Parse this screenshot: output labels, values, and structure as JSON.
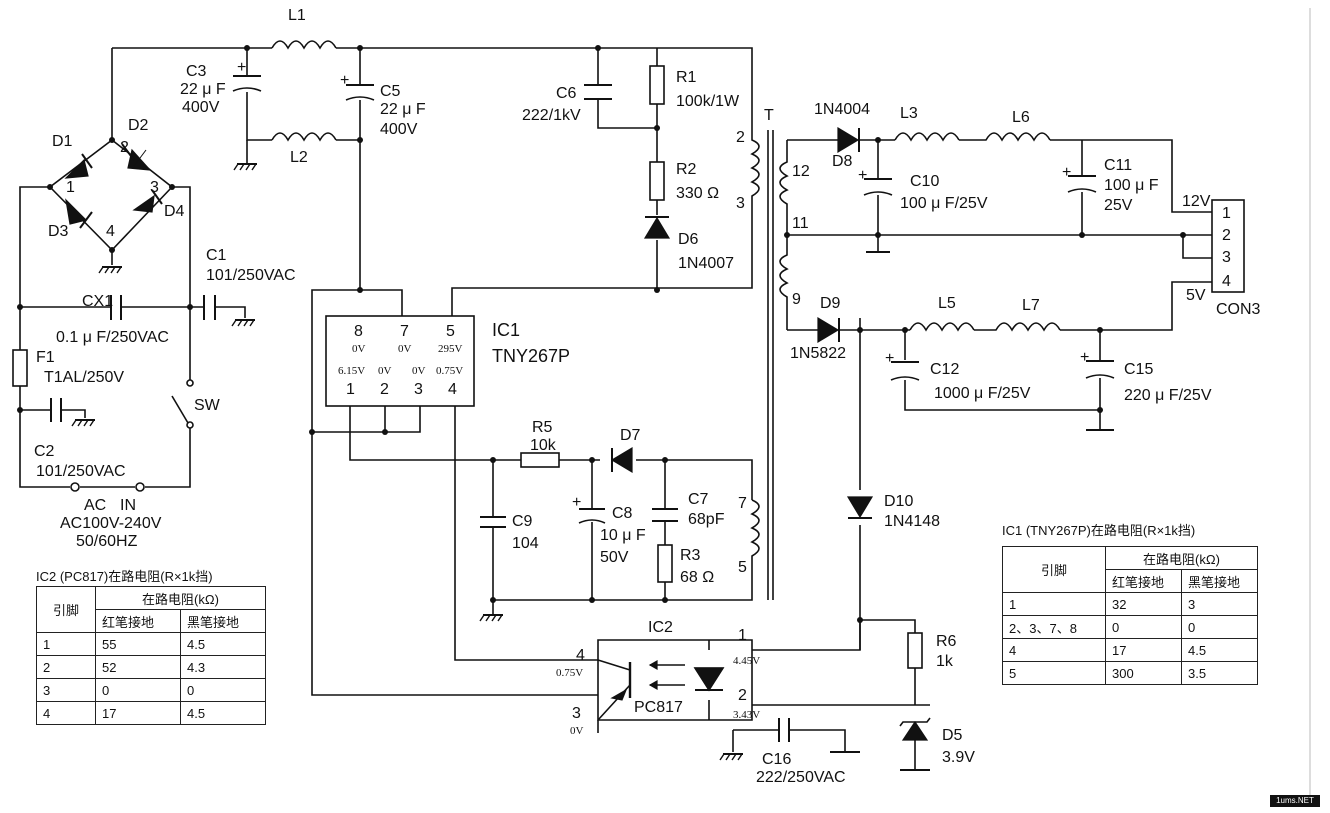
{
  "labels": {
    "L1": "L1",
    "L2": "L2",
    "L3": "L3",
    "L5": "L5",
    "L6": "L6",
    "L7": "L7",
    "C3": "C3",
    "C3v": "22 μ F",
    "C3r": "400V",
    "C5": "C5",
    "C5v": "22 μ F",
    "C5r": "400V",
    "C6": "C6",
    "C6v": "222/1kV",
    "R1": "R1",
    "R1v": "100k/1W",
    "R2": "R2",
    "R2v": "330 Ω",
    "D6": "D6",
    "D6v": "1N4007",
    "T": "T",
    "D1": "D1",
    "D2": "D2",
    "D3": "D3",
    "D4": "D4",
    "n1": "1",
    "n2": "2",
    "n3": "3",
    "n4": "4",
    "C1": "C1",
    "C1v": "101/250VAC",
    "CX1": "CX1",
    "CX1v": "0.1 μ F/250VAC",
    "F1": "F1",
    "F1v": "T1AL/250V",
    "SW": "SW",
    "C2": "C2",
    "C2v": "101/250VAC",
    "AC": "AC",
    "IN": "IN",
    "ACv": "AC100V-240V",
    "ACf": "50/60HZ",
    "IC1": "IC1",
    "IC1p": "TNY267P",
    "p8": "8",
    "p7": "7",
    "p5": "5",
    "p1": "1",
    "p2": "2",
    "p3": "3",
    "p4": "4",
    "v8": "0V",
    "v7": "0V",
    "v5": "295V",
    "v1": "6.15V",
    "v2": "0V",
    "v3": "0V",
    "v4": "0.75V",
    "R5": "R5",
    "R5v": "10k",
    "D7": "D7",
    "C7": "C7",
    "C7v": "68pF",
    "C8": "C8",
    "C8v": "10 μ F",
    "C8r": "50V",
    "C9": "C9",
    "C9v": "104",
    "R3": "R3",
    "R3v": "68 Ω",
    "w7": "7",
    "w5": "5",
    "w2": "2",
    "w3": "3",
    "w12": "12",
    "w11": "11",
    "w9": "9",
    "IC2": "IC2",
    "IC2p": "PC817",
    "q4": "4",
    "q4v": "0.75V",
    "q3": "3",
    "q3v": "0V",
    "q1": "1",
    "q1v": "4.45V",
    "q2": "2",
    "q2v": "3.43V",
    "C16": "C16",
    "C16v": "222/250VAC",
    "R6": "R6",
    "R6v": "1k",
    "D5": "D5",
    "D5v": "3.9V",
    "D10": "D10",
    "D10v": "1N4148",
    "D8t": "1N4004",
    "D8": "D8",
    "C10": "C10",
    "C10v": "100 μ F/25V",
    "C11": "C11",
    "C11v": "100 μ F",
    "C11r": "25V",
    "v12": "12V",
    "v5o": "5V",
    "c1": "1",
    "c2": "2",
    "c3": "3",
    "c4": "4",
    "CON3": "CON3",
    "D9": "D9",
    "D9v": "1N5822",
    "C12": "C12",
    "C12v": "1000 μ F/25V",
    "C15": "C15",
    "C15v": "220 μ F/25V"
  },
  "ic2_table": {
    "caption": "IC2 (PC817)在路电阻(R×1k挡)",
    "h_pin": "引脚",
    "h_res": "在路电阻(kΩ)",
    "h_red": "红笔接地",
    "h_black": "黑笔接地",
    "rows": [
      {
        "pin": "1",
        "red": "55",
        "black": "4.5"
      },
      {
        "pin": "2",
        "red": "52",
        "black": "4.3"
      },
      {
        "pin": "3",
        "red": "0",
        "black": "0"
      },
      {
        "pin": "4",
        "red": "17",
        "black": "4.5"
      }
    ]
  },
  "ic1_table": {
    "caption": "IC1 (TNY267P)在路电阻(R×1k挡)",
    "h_pin": "引脚",
    "h_res": "在路电阻(kΩ)",
    "h_red": "红笔接地",
    "h_black": "黑笔接地",
    "rows": [
      {
        "pin": "1",
        "red": "32",
        "black": "3"
      },
      {
        "pin": "2、3、7、8",
        "red": "0",
        "black": "0"
      },
      {
        "pin": "4",
        "red": "17",
        "black": "4.5"
      },
      {
        "pin": "5",
        "red": "300",
        "black": "3.5"
      }
    ]
  },
  "watermark": "1ums.NET"
}
